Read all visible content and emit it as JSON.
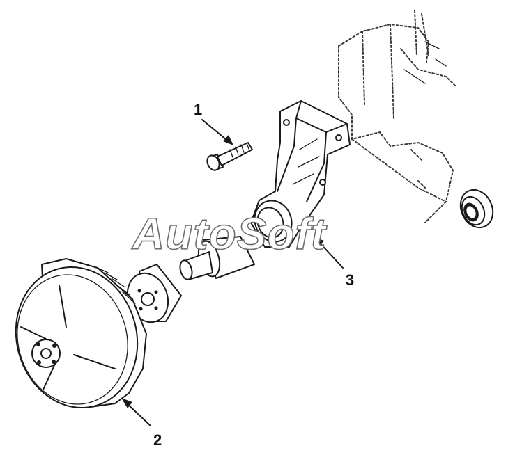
{
  "diagram": {
    "callouts": [
      {
        "id": "1",
        "label": "1"
      },
      {
        "id": "2",
        "label": "2"
      },
      {
        "id": "3",
        "label": "3"
      }
    ],
    "watermark": "AutoSoft"
  },
  "colors": {
    "line": "#1a1a1a",
    "background": "#ffffff",
    "watermark_outline": "#6e6e6e"
  }
}
